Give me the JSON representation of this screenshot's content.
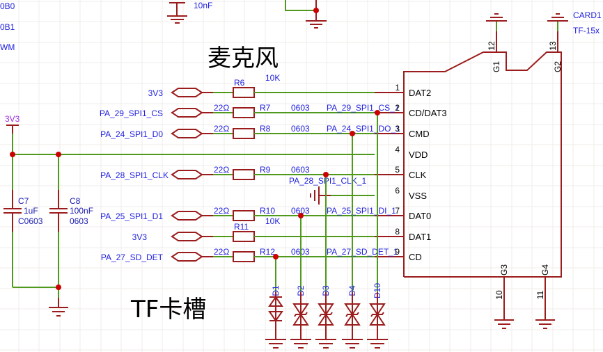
{
  "titles": {
    "microphone": "麦克风",
    "tf_slot": "TF卡槽"
  },
  "offscreen_labels": [
    "0B0",
    "0B1",
    "WM"
  ],
  "top_cap_value": "10nF",
  "power": {
    "label": "3V3"
  },
  "connector": {
    "designator": "CARD1",
    "value": "TF-15x",
    "pins": [
      {
        "num": "1",
        "name": "DAT2"
      },
      {
        "num": "2",
        "name": "CD/DAT3"
      },
      {
        "num": "3",
        "name": "CMD"
      },
      {
        "num": "4",
        "name": "VDD"
      },
      {
        "num": "5",
        "name": "CLK"
      },
      {
        "num": "6",
        "name": "VSS"
      },
      {
        "num": "7",
        "name": "DAT0"
      },
      {
        "num": "8",
        "name": "DAT1"
      },
      {
        "num": "9",
        "name": "CD"
      }
    ],
    "shield_pins": [
      {
        "num": "12",
        "name": "G1"
      },
      {
        "num": "13",
        "name": "G2"
      },
      {
        "num": "10",
        "name": "G3"
      },
      {
        "num": "11",
        "name": "G4"
      }
    ]
  },
  "ports": [
    {
      "name": "3V3"
    },
    {
      "name": "PA_29_SPI1_CS"
    },
    {
      "name": "PA_24_SPI1_D0"
    },
    {
      "name": "PA_28_SPI1_CLK"
    },
    {
      "name": "PA_25_SPI1_D1"
    },
    {
      "name": "3V3"
    },
    {
      "name": "PA_27_SD_DET"
    }
  ],
  "resistors": [
    {
      "ref": "R6",
      "value": "10K",
      "package": ""
    },
    {
      "ref": "R7",
      "value": "22Ω",
      "package": "0603"
    },
    {
      "ref": "R8",
      "value": "22Ω",
      "package": "0603"
    },
    {
      "ref": "R9",
      "value": "22Ω",
      "package": "0603"
    },
    {
      "ref": "R10",
      "value": "22Ω",
      "package": "0603"
    },
    {
      "ref": "R11",
      "value": "10K",
      "package": ""
    },
    {
      "ref": "R12",
      "value": "22Ω",
      "package": "0603"
    }
  ],
  "net_labels": [
    "PA_29_SPI1_CS_1",
    "PA_24_SPI1_DO_1",
    "PA_28_SPI1_CLK_1",
    "PA_25_SPI1_DI_1",
    "PA_27_SD_DET_1"
  ],
  "capacitors": [
    {
      "ref": "C7",
      "value": "1uF",
      "package": "C0603"
    },
    {
      "ref": "C8",
      "value": "100nF",
      "package": "0603"
    }
  ],
  "diodes": [
    "D1",
    "D2",
    "D3",
    "D4",
    "D10"
  ]
}
